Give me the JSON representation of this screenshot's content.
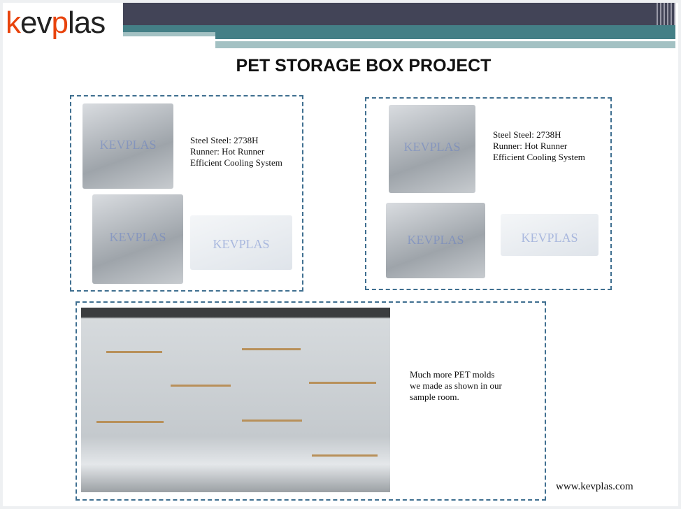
{
  "logo": {
    "k": "k",
    "ev": "ev",
    "p": "p",
    "las": "las"
  },
  "title": "PET STORAGE BOX PROJECT",
  "watermark": "KEVPLAS",
  "project1": {
    "lines": [
      "Steel Steel: 2738H",
      "Runner: Hot Runner",
      "Efficient Cooling System"
    ]
  },
  "project2": {
    "lines": [
      "Steel Steel: 2738H",
      "Runner: Hot Runner",
      "Efficient Cooling System"
    ]
  },
  "sample": {
    "lines": [
      "Much more PET molds",
      "we made as shown in our",
      "sample room."
    ]
  },
  "footer": "www.kevplas.com",
  "colors": {
    "header_dark": "#424457",
    "header_teal": "#447f86",
    "header_light": "#a3c1c3",
    "logo_orange": "#e8430c",
    "dash": "#3f6f90"
  }
}
